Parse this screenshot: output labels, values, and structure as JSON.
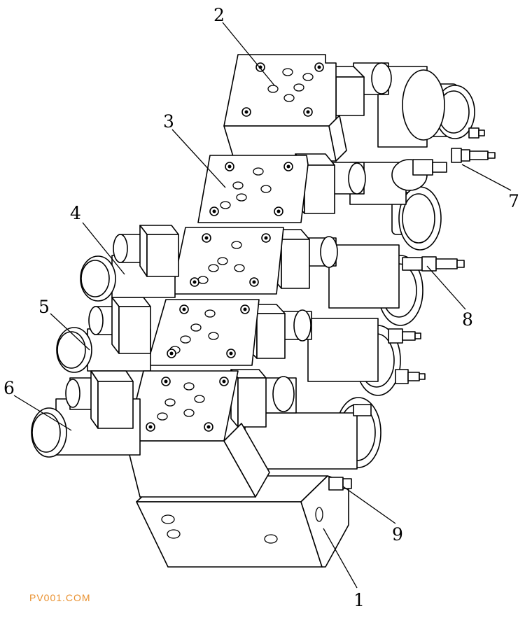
{
  "callouts": [
    "1",
    "2",
    "3",
    "4",
    "5",
    "6",
    "7",
    "8",
    "9"
  ],
  "watermark": "PV001.COM",
  "colors": {
    "line": "#000000",
    "background": "#ffffff",
    "watermark": "#e9902e"
  }
}
